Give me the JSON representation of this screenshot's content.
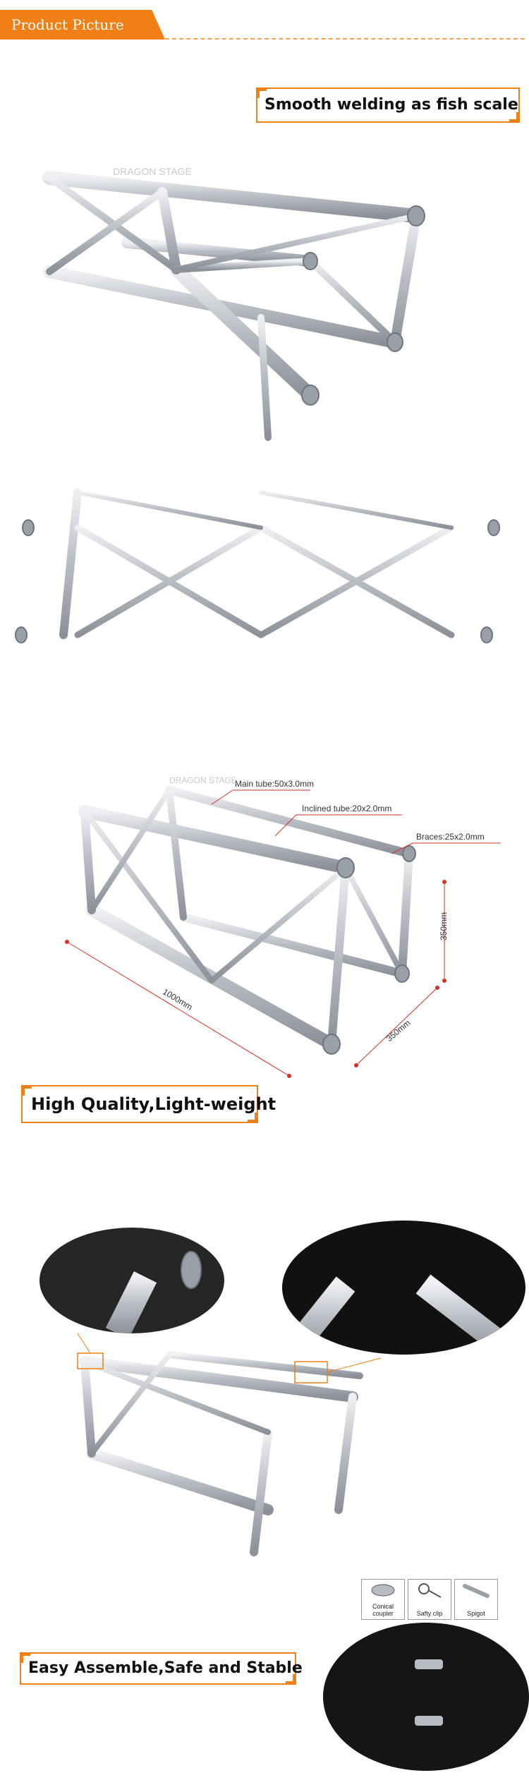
{
  "header": {
    "title": "Product Picture"
  },
  "sections": {
    "welding": {
      "label": "Smooth welding as fish scale"
    },
    "quality": {
      "label": "High Quality,Light-weight"
    },
    "assemble": {
      "label": "Easy Assemble,Safe and Stable"
    }
  },
  "watermark": "DRAGON STAGE",
  "specs": {
    "main_tube": "Main tube:50x3.0mm",
    "inclined_tube": "Inclined tube:20x2.0mm",
    "braces": "Braces:25x2.0mm",
    "length": "1000mm",
    "width": "350mm",
    "height": "350mm"
  },
  "accessories": [
    {
      "label": "Conical coupler",
      "icon": "conical-coupler-icon"
    },
    {
      "label": "Safty clip",
      "icon": "safety-clip-icon"
    },
    {
      "label": "Spigot",
      "icon": "spigot-icon"
    }
  ],
  "colors": {
    "accent": "#f07f16",
    "metal": "#c9ccd2",
    "dark": "#1a1a1a"
  }
}
